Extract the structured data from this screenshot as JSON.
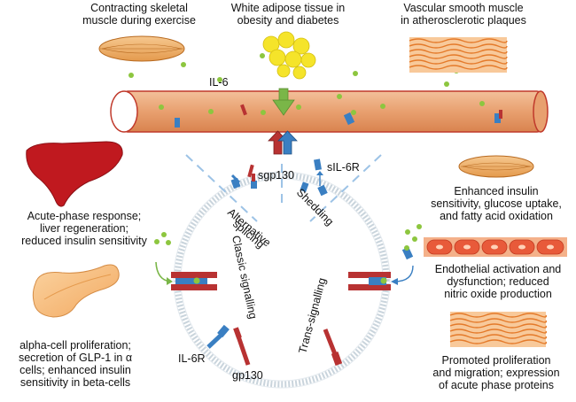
{
  "top_labels": {
    "skeletal": [
      "Contracting skeletal",
      "muscle during exercise"
    ],
    "adipose": [
      "White adipose tissue in",
      "obesity and diabetes"
    ],
    "vascular": [
      "Vascular smooth muscle",
      "in atherosclerotic plaques"
    ]
  },
  "molecules": {
    "il6": "IL-6",
    "sgp130": "sgp130",
    "sil6r": "sIL-6R",
    "il6r": "IL-6R",
    "gp130": "gp130"
  },
  "processes": {
    "alternative_splicing": [
      "Alternative",
      "splicing"
    ],
    "shedding": "Shedding",
    "classic": "Classic signalling",
    "trans": "Trans-signalling"
  },
  "left_effects": {
    "liver": [
      "Acute-phase response;",
      "liver regeneration;",
      "reduced insulin sensitivity"
    ],
    "pancreas": [
      "alpha-cell proliferation;",
      "secretion of GLP-1 in α",
      "cells; enhanced insulin",
      "sensitivity in beta-cells"
    ]
  },
  "right_effects": {
    "muscle": [
      "Enhanced insulin",
      "sensitivity, glucose uptake,",
      "and fatty acid oxidation"
    ],
    "endothelial": [
      "Endothelial activation and",
      "dysfunction; reduced",
      "nitric oxide production"
    ],
    "smooth": [
      "Promoted proliferation",
      "and migration; expression",
      "of acute phase proteins"
    ]
  },
  "colors": {
    "vessel": "#e8a06f",
    "vessel_outline": "#c0392b",
    "green_dot": "#8dc63f",
    "receptor_blue": "#3a7fc2",
    "gp130_red": "#b83232",
    "membrane": "#c9d4dc",
    "dash_blue": "#9dc3e6",
    "liver": "#c0191f",
    "adipose": "#f5e42a",
    "arrow_green": "#7ab648"
  }
}
